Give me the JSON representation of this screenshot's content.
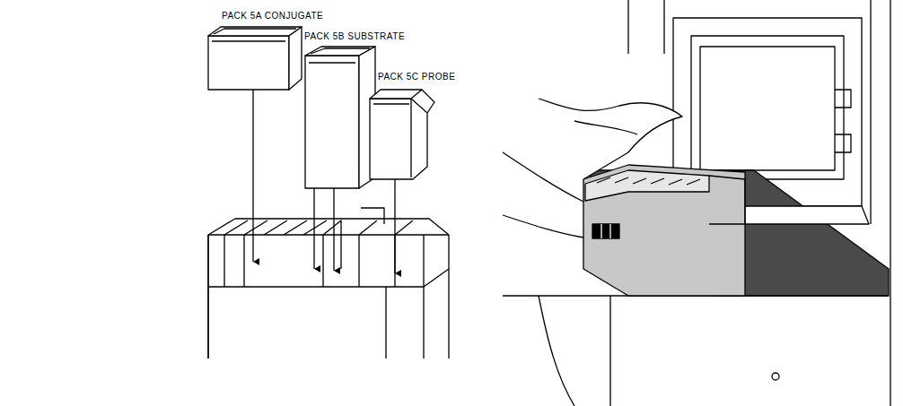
{
  "diagram": {
    "labels": [
      "PACK 5A CONJUGATE",
      "PACK 5B SUBSTRATE",
      "PACK 5C PROBE"
    ]
  }
}
